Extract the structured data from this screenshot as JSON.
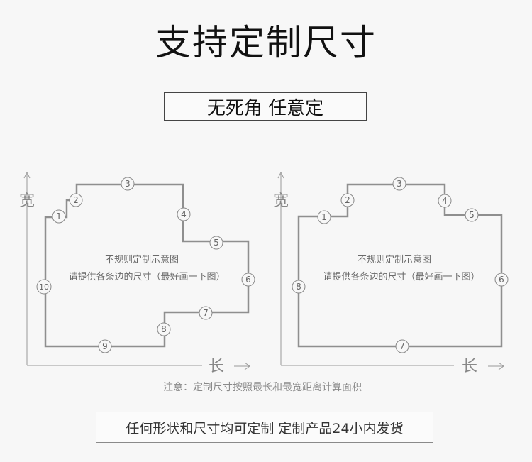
{
  "title": "支持定制尺寸",
  "subtitle": "无死角 任意定",
  "axis": {
    "vertical_label": "宽",
    "horizontal_label": "长"
  },
  "diagram_text": {
    "line1": "不规则定制示意图",
    "line2": "请提供各条边的尺寸（最好画一下图）"
  },
  "left_diagram": {
    "edge_labels": [
      "1",
      "2",
      "3",
      "4",
      "5",
      "6",
      "7",
      "8",
      "9",
      "10"
    ]
  },
  "right_diagram": {
    "edge_labels": [
      "1",
      "2",
      "3",
      "4",
      "5",
      "6",
      "7",
      "8"
    ]
  },
  "note": "注意：定制尺寸按照最长和最宽距离计算面积",
  "footer": "任何形状和尺寸均可定制  定制产品24小内发货",
  "colors": {
    "outline": "#8f8f8f",
    "axis": "#9a9a9a",
    "text": "#6a6a6a"
  }
}
